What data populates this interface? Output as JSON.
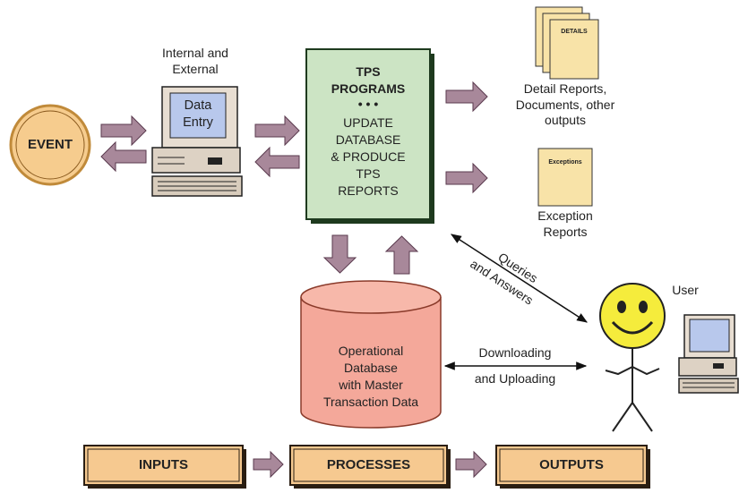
{
  "event": {
    "label": "EVENT"
  },
  "data_entry": {
    "caption_line1": "Internal and",
    "caption_line2": "External",
    "screen_line1": "Data",
    "screen_line2": "Entry"
  },
  "tps_box": {
    "title_line1": "TPS",
    "title_line2": "PROGRAMS",
    "dots": "• • •",
    "body_line1": "UPDATE",
    "body_line2": "DATABASE",
    "body_line3": "& PRODUCE",
    "body_line4": "TPS",
    "body_line5": "REPORTS"
  },
  "details_doc": {
    "page_label": "DETAILS",
    "caption_line1": "Detail Reports,",
    "caption_line2": "Documents, other",
    "caption_line3": "outputs"
  },
  "exceptions_doc": {
    "page_label": "Exceptions",
    "caption_line1": "Exception",
    "caption_line2": "Reports"
  },
  "queries": {
    "line1": "Queries",
    "line2": "and Answers"
  },
  "database": {
    "line1": "Operational",
    "line2": "Database",
    "line3": "with Master",
    "line4": "Transaction Data"
  },
  "transfer": {
    "line1": "Downloading",
    "line2": "and Uploading"
  },
  "user": {
    "label": "User"
  },
  "flow": {
    "inputs": "INPUTS",
    "processes": "PROCESSES",
    "outputs": "OUTPUTS"
  },
  "colors": {
    "arrow_fill": "#a8889a",
    "tps_fill": "#cce4c4",
    "db_fill": "#f4a89a",
    "event_fill": "#f6cc8e",
    "flow_fill": "#f6c990",
    "doc_fill": "#f8e3a8",
    "face_fill": "#f5ec3c"
  }
}
